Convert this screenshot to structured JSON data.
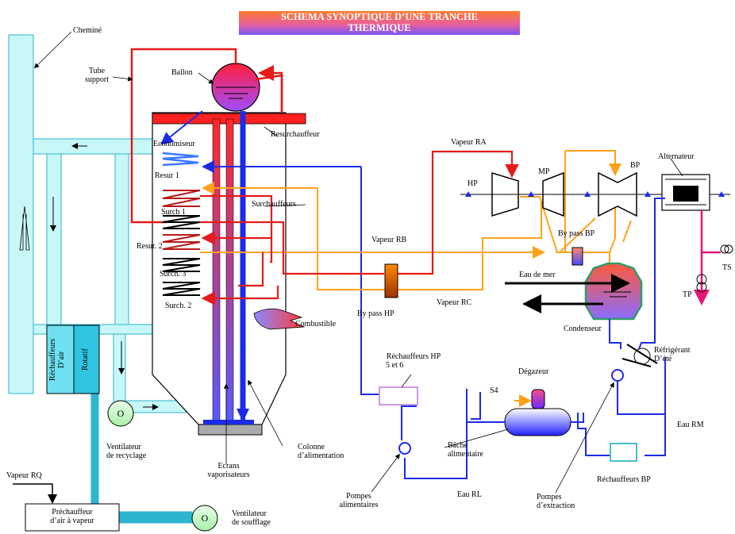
{
  "title": {
    "line1": "SCHEMA SYNOPTIQUE D’UNE TRANCHE",
    "line2": "THERMIQUE"
  },
  "labels": {
    "chemine": "Cheminé",
    "tube_support_1": "Tube",
    "tube_support_2": "support",
    "ballon": "Ballon",
    "resurchauffeur": "Resurchauffeur",
    "economiseur": "Economiseur",
    "resur1": "Resur 1",
    "surch1": "Surch 1",
    "surchauffeurs": "Surchauffeurs",
    "resur2": "Resur. 2",
    "surch3": "Surch. 3",
    "surch2": "Surch. 2",
    "combustible": "Combustible",
    "vapeur_ra": "Vapeur RA",
    "vapeur_rb": "Vapeur RB",
    "vapeur_rc": "Vapeur RC",
    "by_pass_hp": "By pass HP",
    "by_pass_bp": "By pass BP",
    "hp": "HP",
    "mp": "MP",
    "bp": "BP",
    "alternateur": "Alternateur",
    "ts": "TS",
    "tp": "TP",
    "eau_de_mer": "Eau de mer",
    "condenseur": "Condenseur",
    "refrigerant_1": "Réfrigérant",
    "refrigerant_2": "D’été",
    "rechauffeurs_hp_1": "Réchauffeurs HP",
    "rechauffeurs_hp_2": "5 et 6",
    "degazeur": "Dégazeur",
    "s4": "S4",
    "bache_1": "Bâche",
    "bache_2": "alimentaire",
    "eau_rm": "Eau RM",
    "rechauffeurs_bp": "Réchauffeurs BP",
    "eau_rl": "Eau RL",
    "pompes_alim_1": "Pompes",
    "pompes_alim_2": "alimentaires",
    "pompes_extr_1": "Pompes",
    "pompes_extr_2": "d’extraction",
    "colonne_1": "Colonne",
    "colonne_2": "d’alimentation",
    "ecrans_1": "Ecrans",
    "ecrans_2": "vaporisateurs",
    "ventilateur_recyclage_1": "Ventilateur",
    "ventilateur_recyclage_2": "de recyclage",
    "ventilateur_soufflage_1": "Ventilateur",
    "ventilateur_soufflage_2": "de soufflage",
    "vapeur_rq": "Vapeur RQ",
    "prechauffeur_1": "Préchauffeur",
    "prechauffeur_2": "d’air à vapeur",
    "rechauffeurs_air_1": "Réchauffeurs",
    "rechauffeurs_air_2": "D’air",
    "rotatif": "Rotatif",
    "fan_symbol": "O"
  },
  "colors": {
    "steam_red": "#e41b1b",
    "steam_orange": "#ffa21a",
    "water_blue": "#1d2be8",
    "air_cyan": "#c8f7f7",
    "air_cyan_dark": "#2db5d0",
    "electric_pink": "#e81577"
  }
}
